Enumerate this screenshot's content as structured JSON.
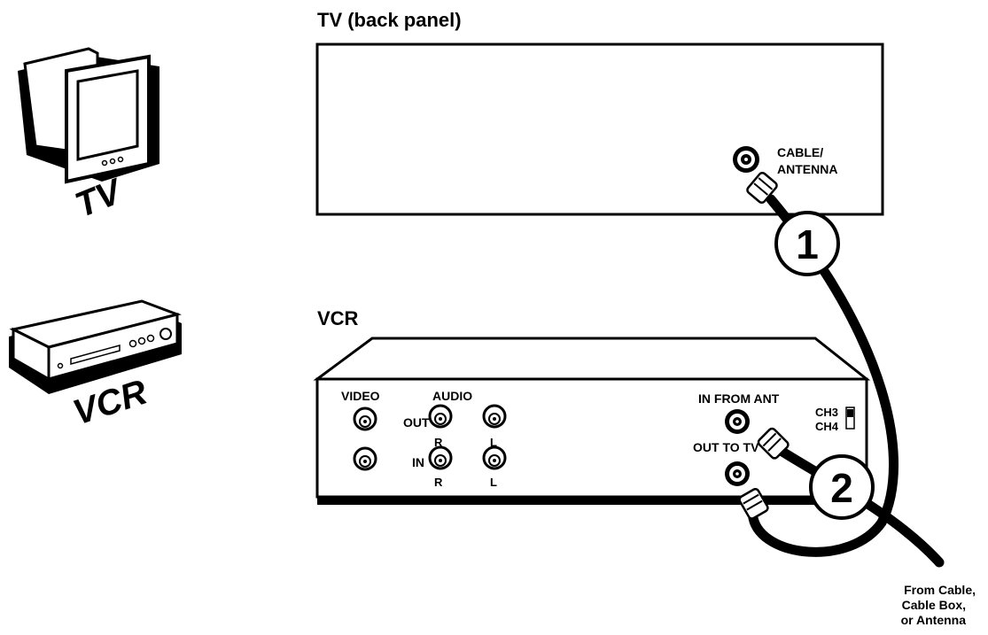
{
  "tv_panel": {
    "title": "TV (back panel)",
    "cable_label_line1": "CABLE/",
    "cable_label_line2": "ANTENNA"
  },
  "vcr_panel": {
    "title": "VCR",
    "video": "VIDEO",
    "audio": "AUDIO",
    "out": "OUT",
    "in": "IN",
    "r_top": "R",
    "l_top": "L",
    "r_bottom": "R",
    "l_bottom": "L",
    "in_from_ant": "IN FROM ANT",
    "out_to_tv": "OUT TO TV",
    "ch3": "CH3",
    "ch4": "CH4"
  },
  "icons": {
    "tv_caption": "TV",
    "vcr_caption": "VCR"
  },
  "steps": [
    "1",
    "2"
  ],
  "source": {
    "line1": "From Cable,",
    "line2": "Cable Box,",
    "line3": "or Antenna"
  }
}
